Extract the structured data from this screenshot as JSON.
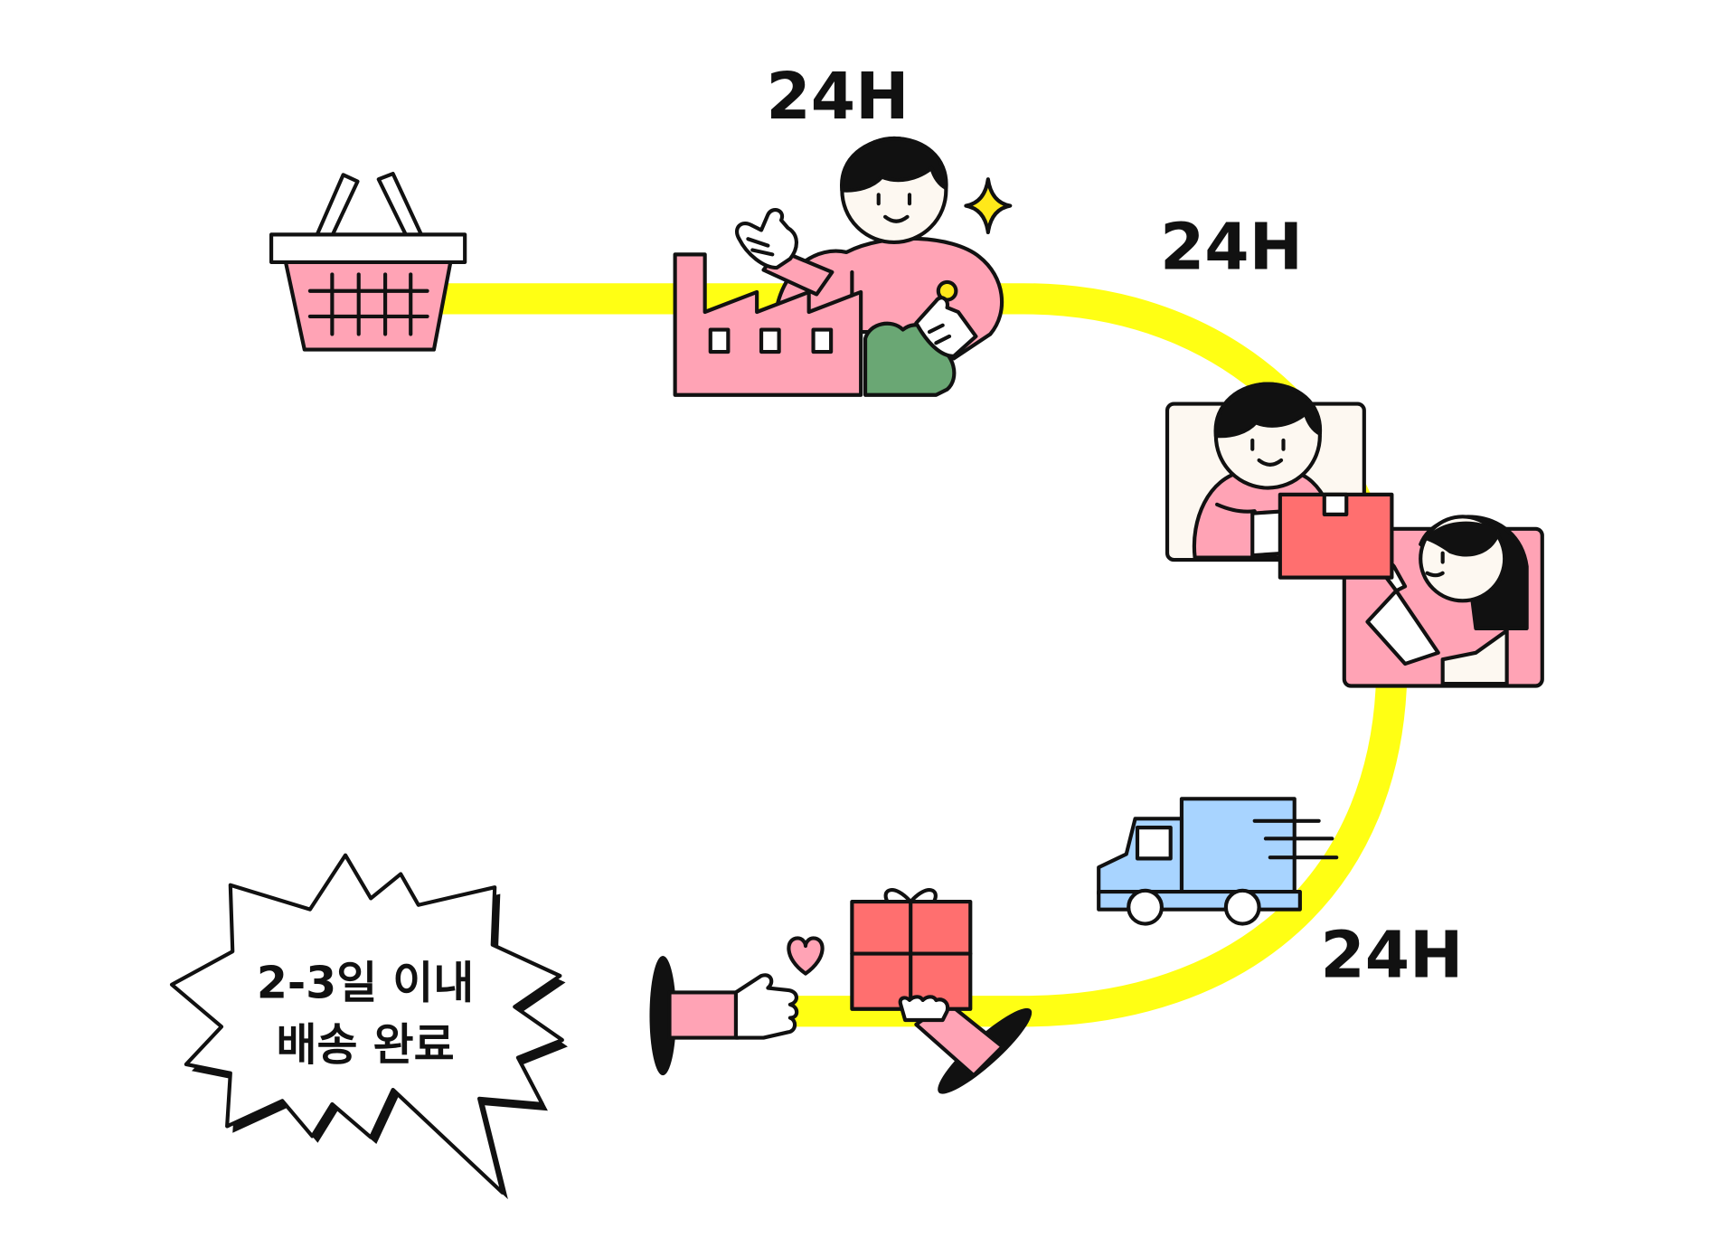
{
  "labels": {
    "step1_time": "24H",
    "step2_time": "24H",
    "step3_time": "24H"
  },
  "callout": {
    "line1": "2-3일 이내",
    "line2": "배송 완료"
  },
  "icons": [
    "shopping-basket-icon",
    "factory-worker-icon",
    "sparkle-icon",
    "package-handoff-icon",
    "delivery-truck-icon",
    "gift-box-icon",
    "heart-icon",
    "starburst-callout"
  ],
  "colors": {
    "path": "#ffff14",
    "pink": "#ffa3b5",
    "red": "#ff6f6f",
    "blue": "#a8d4ff",
    "green": "#6aa774",
    "cream": "#fdf8f1",
    "sparkle": "#ffe81a",
    "outline": "#111111"
  }
}
